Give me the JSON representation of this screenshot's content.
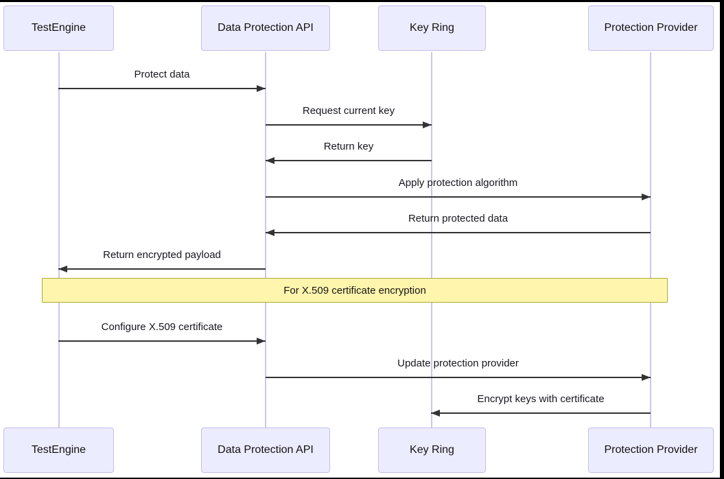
{
  "diagram": {
    "type": "sequence",
    "actors": [
      {
        "id": "test-engine",
        "label": "TestEngine"
      },
      {
        "id": "data-protection-api",
        "label": "Data Protection API"
      },
      {
        "id": "key-ring",
        "label": "Key Ring"
      },
      {
        "id": "protection-provider",
        "label": "Protection Provider"
      }
    ],
    "messages": [
      {
        "from": "TestEngine",
        "to": "Data Protection API",
        "label": "Protect data",
        "direction": "right"
      },
      {
        "from": "Data Protection API",
        "to": "Key Ring",
        "label": "Request current key",
        "direction": "right"
      },
      {
        "from": "Key Ring",
        "to": "Data Protection API",
        "label": "Return key",
        "direction": "left"
      },
      {
        "from": "Data Protection API",
        "to": "Protection Provider",
        "label": "Apply protection algorithm",
        "direction": "right"
      },
      {
        "from": "Protection Provider",
        "to": "Data Protection API",
        "label": "Return protected data",
        "direction": "left"
      },
      {
        "from": "Data Protection API",
        "to": "TestEngine",
        "label": "Return encrypted payload",
        "direction": "left"
      },
      {
        "from": "TestEngine",
        "to": "Data Protection API",
        "label": "Configure X.509 certificate",
        "direction": "right"
      },
      {
        "from": "Data Protection API",
        "to": "Protection Provider",
        "label": "Update protection provider",
        "direction": "right"
      },
      {
        "from": "Protection Provider",
        "to": "Key Ring",
        "label": "Encrypt keys with certificate",
        "direction": "left"
      }
    ],
    "note": {
      "label": "For X.509 certificate encryption"
    },
    "colors": {
      "actor_fill": "#ECECFF",
      "actor_border": "#c3bdeb",
      "lifeline": "#cdc5ee",
      "note_fill": "#fff5ad",
      "note_border": "#aaaa33",
      "arrow": "#333333"
    }
  }
}
